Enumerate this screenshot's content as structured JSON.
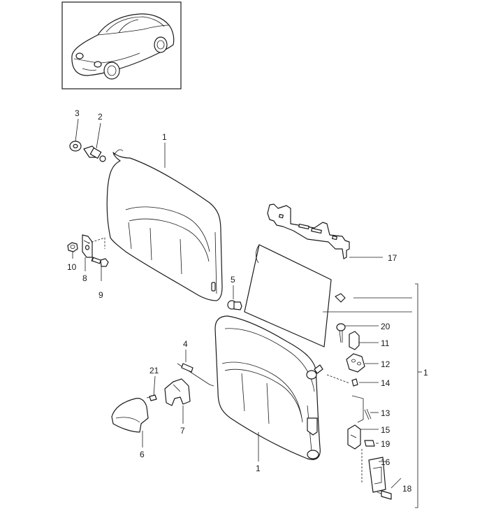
{
  "callouts": {
    "c1_top": "1",
    "c2": "2",
    "c3": "3",
    "c4": "4",
    "c5": "5",
    "c6": "6",
    "c7": "7",
    "c8": "8",
    "c9": "9",
    "c10": "10",
    "c11": "11",
    "c12": "12",
    "c13": "13",
    "c14": "14",
    "c15": "15",
    "c16": "16",
    "c17": "17",
    "c18": "18",
    "c19": "19",
    "c20": "20",
    "c21": "21",
    "c1_bottom": "1",
    "c1_bracket": "1"
  },
  "icons": {
    "vehicle_thumbnail": "car-icon"
  }
}
